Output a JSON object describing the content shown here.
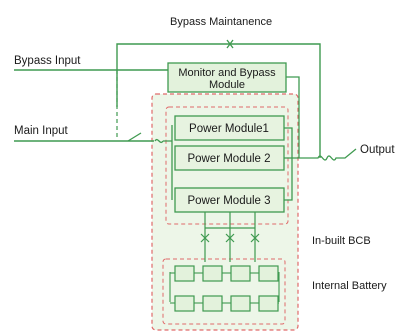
{
  "labels": {
    "bypass_maintenance": "Bypass Maintanence",
    "bypass_input": "Bypass Input",
    "main_input": "Main Input",
    "output": "Output",
    "monitor_line1": "Monitor and Bypass",
    "monitor_line2": "Module",
    "power_module_1": "Power Module1",
    "power_module_2": "Power Module 2",
    "power_module_3": "Power Module 3",
    "inbuilt_bcb": "In-built BCB",
    "internal_battery": "Internal Battery"
  },
  "colors": {
    "line_green": "#3f9a50",
    "box_fill": "#e3f2dc",
    "dash_red": "#e06a6a",
    "cabinet_fill": "#edf6e8",
    "module_fill": "#e7f3e0",
    "text": "#1a1a1a"
  },
  "battery": {
    "rows": 2,
    "cols": 4
  }
}
